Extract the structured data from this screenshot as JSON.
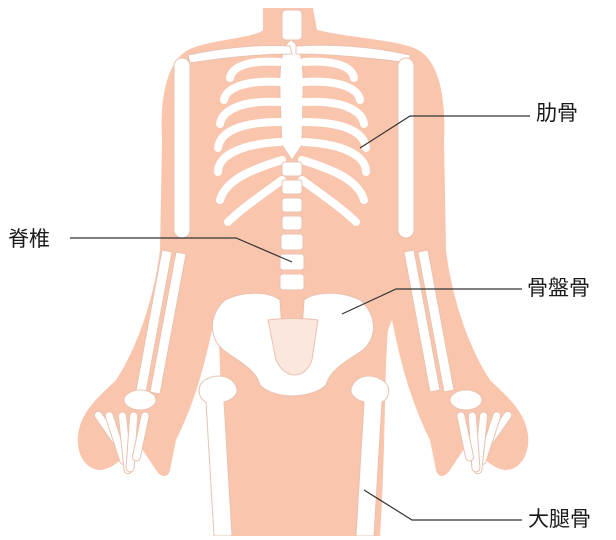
{
  "colors": {
    "skin": "#f9c5ac",
    "bone": "#ffffff",
    "bone_outline": "#d9b3a3",
    "leader_line": "#333333"
  },
  "labels": {
    "rib": "肋骨",
    "spine": "脊椎",
    "pelvis": "骨盤骨",
    "femur": "大腿骨"
  }
}
